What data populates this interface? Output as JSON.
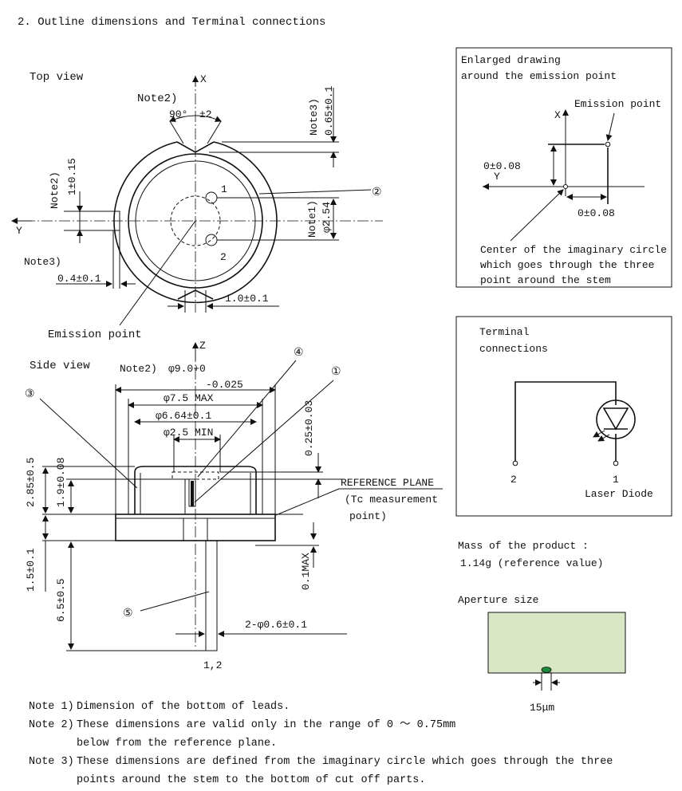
{
  "heading": "2. Outline dimensions and Terminal connections",
  "top_view": {
    "title": "Top view",
    "axis_x": "X",
    "axis_y": "Y",
    "note2": "Note2)",
    "angle": "90°",
    "angle_tol": "±2",
    "note3_right": "Note3)",
    "dim_065": "0.65±0.1",
    "note2_left": "Note2)",
    "dim_1_015": "1±0.15",
    "pin1": "1",
    "pin2": "2",
    "callout2": "②",
    "note1": "Note1)",
    "dim_254": "φ2.54",
    "note3_left": "Note3)",
    "dim_04": "0.4±0.1",
    "dim_10": "1.0±0.1"
  },
  "side_view": {
    "emission_point": "Emission point",
    "title": "Side view",
    "axis_z": "Z",
    "note2": "Note2)",
    "dia_90": "φ9.0+0",
    "dia_90_tol": "-0.025",
    "dia_75": "φ7.5 MAX",
    "dia_664": "φ6.64±0.1",
    "dia_25": "φ2.5 MIN",
    "callout4": "④",
    "callout1": "①",
    "callout3": "③",
    "callout5": "⑤",
    "dim_025": "0.25±0.03",
    "dim_285": "2.85±0.5",
    "dim_19": "1.9±0.08",
    "ref_plane": "REFERENCE PLANE",
    "tc_point_1": "(Tc measurement",
    "tc_point_2": "point)",
    "dim_15": "1.5±0.1",
    "dim_65": "6.5±0.5",
    "dim_01max": "0.1MAX",
    "lead_dia": "2-φ0.6±0.1",
    "lead_label": "1,2"
  },
  "enlarged": {
    "title_1": "Enlarged drawing",
    "title_2": "around the emission point",
    "emission_point": "Emission point",
    "axis_x": "X",
    "axis_y": "Y",
    "dim_x": "0±0.08",
    "dim_y": "0±0.08",
    "center_1": "Center of the imaginary circle",
    "center_2": "which goes through the three",
    "center_3": "point around the stem"
  },
  "terminal": {
    "title_1": "Terminal",
    "title_2": "connections",
    "pin2": "2",
    "pin1": "1",
    "device": "Laser Diode"
  },
  "mass": {
    "label": "Mass of the product :",
    "value": "1.14g (reference value)"
  },
  "aperture": {
    "label": "Aperture size",
    "size": "15μm",
    "fill_color": "#d9e7c5",
    "hole_color": "#1b8a3a"
  },
  "notes": [
    {
      "label": "Note 1)",
      "lines": [
        "Dimension of the bottom of leads."
      ]
    },
    {
      "label": "Note 2)",
      "lines": [
        "These dimensions are valid only in the range of 0 ～ 0.75mm",
        "below from the reference plane."
      ]
    },
    {
      "label": "Note 3)",
      "lines": [
        "These dimensions are defined from the imaginary circle which goes through the three",
        "points around the stem to the bottom of cut off parts."
      ]
    }
  ]
}
